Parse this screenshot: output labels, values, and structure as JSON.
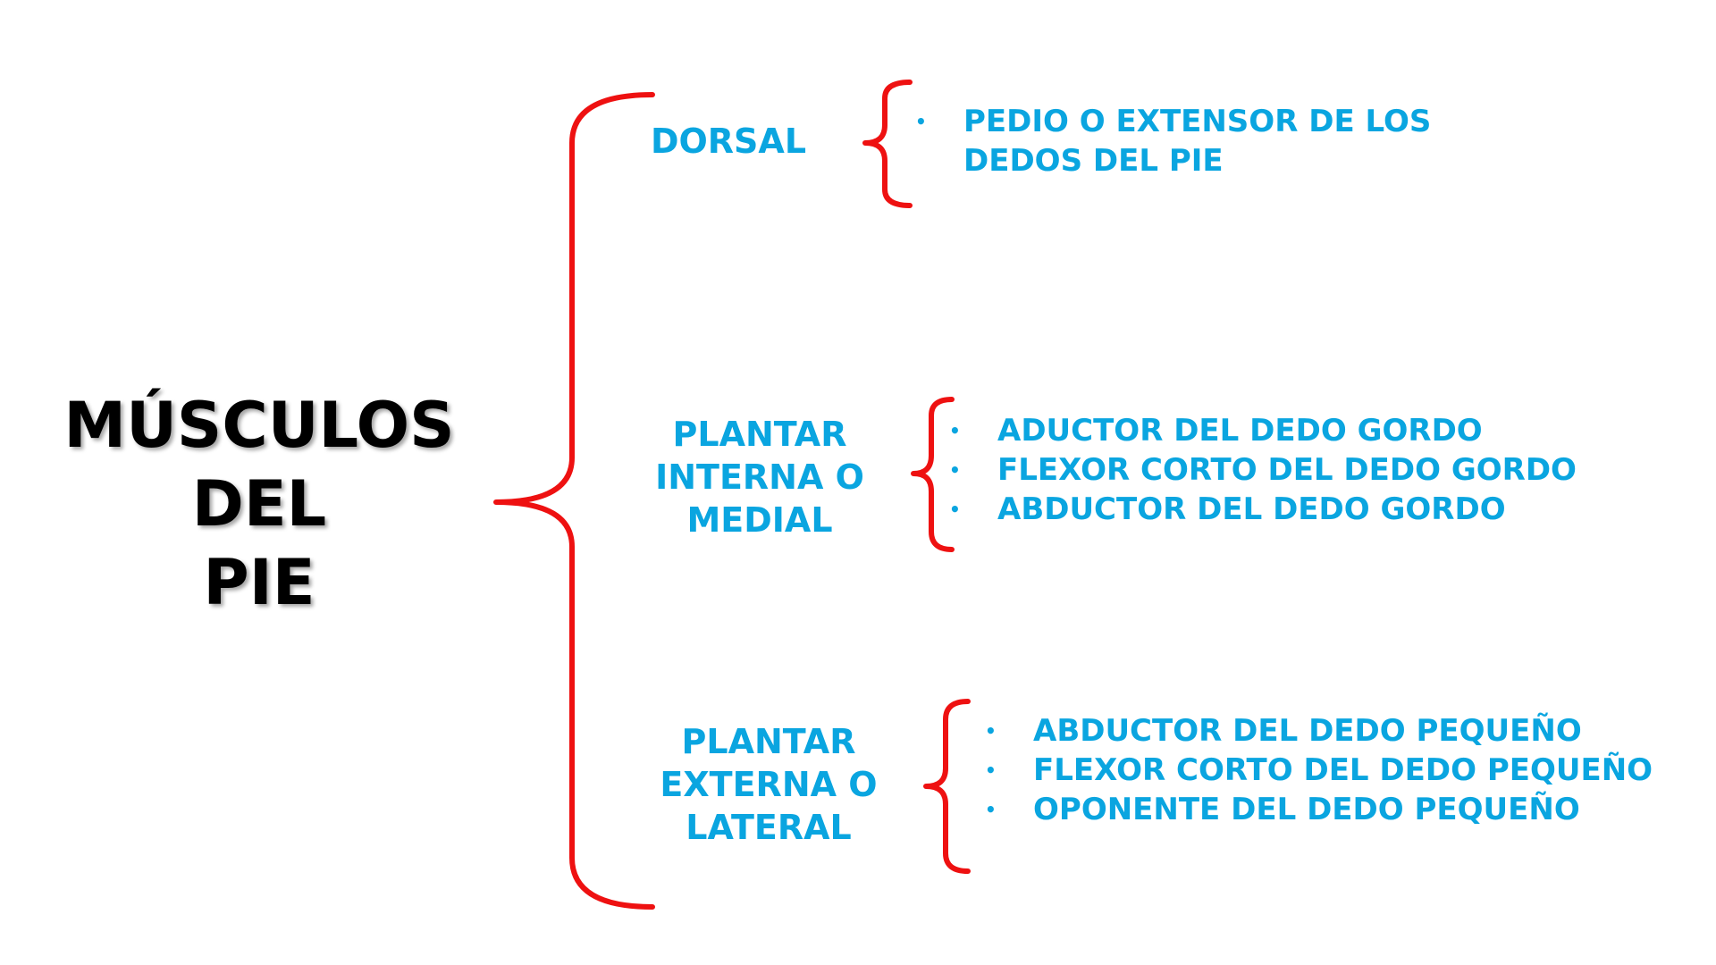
{
  "title": {
    "lines": [
      "MÚSCULOS",
      "DEL",
      "PIE"
    ]
  },
  "categories": [
    {
      "label_lines": [
        "DORSAL"
      ],
      "items": [
        "PEDIO O EXTENSOR DE LOS",
        "DEDOS DEL PIE"
      ],
      "bullets": [
        "•",
        ""
      ]
    },
    {
      "label_lines": [
        "PLANTAR",
        "INTERNA O",
        "MEDIAL"
      ],
      "items": [
        "ADUCTOR DEL DEDO GORDO",
        "FLEXOR CORTO DEL DEDO GORDO",
        "ABDUCTOR DEL DEDO GORDO"
      ],
      "bullets": [
        "•",
        "•",
        "•"
      ]
    },
    {
      "label_lines": [
        "PLANTAR",
        "EXTERNA O",
        "LATERAL"
      ],
      "items": [
        "ABDUCTOR DEL DEDO PEQUEÑO",
        "FLEXOR CORTO DEL DEDO PEQUEÑO",
        "OPONENTE DEL DEDO PEQUEÑO"
      ],
      "bullets": [
        "•",
        "•",
        "•"
      ]
    }
  ],
  "colors": {
    "title": "#000000",
    "text": "#0aa5e0",
    "brace": "#ee1111"
  }
}
